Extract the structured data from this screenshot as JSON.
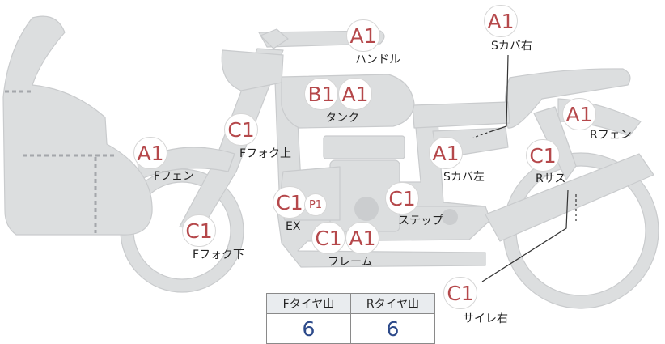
{
  "badges": {
    "handle": {
      "code": "A1",
      "label": "ハンドル"
    },
    "side_cover_right": {
      "code": "A1",
      "label": "Sカバ右"
    },
    "tank": {
      "code_b": "B1",
      "code_a": "A1",
      "label": "タンク"
    },
    "rear_fender": {
      "code": "A1",
      "label": "Rフェン"
    },
    "front_fork_upper": {
      "code": "C1",
      "label": "Fフォク上"
    },
    "front_fender": {
      "code": "A1",
      "label": "Fフェン"
    },
    "side_cover_left": {
      "code": "A1",
      "label": "Sカバ左"
    },
    "rear_suspension": {
      "code": "C1",
      "label": "Rサス"
    },
    "exhaust": {
      "code": "C1",
      "code_p": "P1",
      "label": "EX"
    },
    "step": {
      "code": "C1",
      "label": "ステップ"
    },
    "front_fork_lower": {
      "code": "C1",
      "label": "Fフォク下"
    },
    "frame": {
      "code_c": "C1",
      "code_a": "A1",
      "label": "フレーム"
    },
    "silencer_right": {
      "code": "C1",
      "label": "サイレ右"
    }
  },
  "tyre_table": {
    "front_header": "Fタイヤ山",
    "rear_header": "Rタイヤ山",
    "front_value": "6",
    "rear_value": "6"
  },
  "colors": {
    "body_fill": "#dcdedf",
    "body_stroke": "#c9cbcd",
    "badge_text": "#b5484b",
    "value_text": "#2d4a8a"
  }
}
